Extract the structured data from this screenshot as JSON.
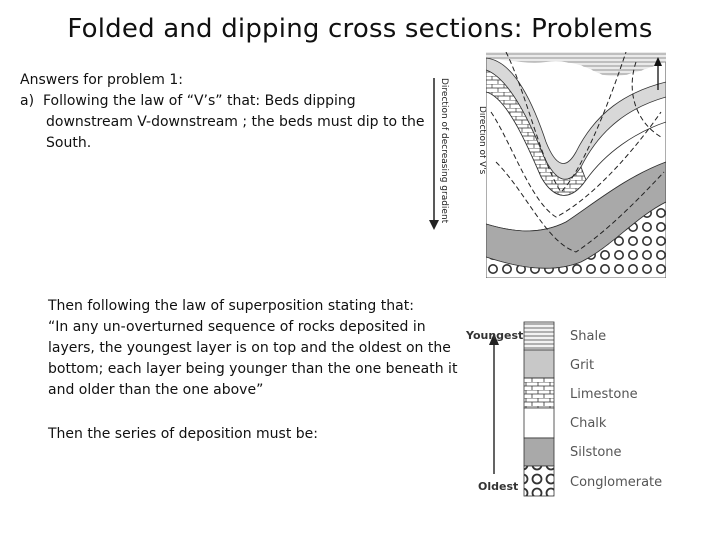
{
  "slide": {
    "title": "Folded and dipping cross sections: Problems",
    "answers_heading": "Answers for problem 1:",
    "answer_a_marker": "a)",
    "answer_a_pre": "Following the law of “V’s” that: ",
    "answer_a_bold": "Beds dipping downstream V-downstream",
    "answer_a_mid": " ; the beds must dip to the ",
    "answer_a_end": "South.",
    "superposition_intro": "Then following the law of superposition stating that:",
    "superposition_quote": "“In any un-overturned sequence of rocks deposited in layers, the youngest layer is on top and the oldest on the bottom; each layer being younger than the one beneath   it and older than the one above”",
    "series_text": "Then the series of deposition must be:"
  },
  "figure_map": {
    "gradient_label": "Direction of decreasing gradient",
    "vs_label": "Direction of V's"
  },
  "column": {
    "youngest_label": "Youngest",
    "oldest_label": "Oldest",
    "layers": [
      "Shale",
      "Grit",
      "Limestone",
      "Chalk",
      "Silstone",
      "Conglomerate"
    ]
  }
}
